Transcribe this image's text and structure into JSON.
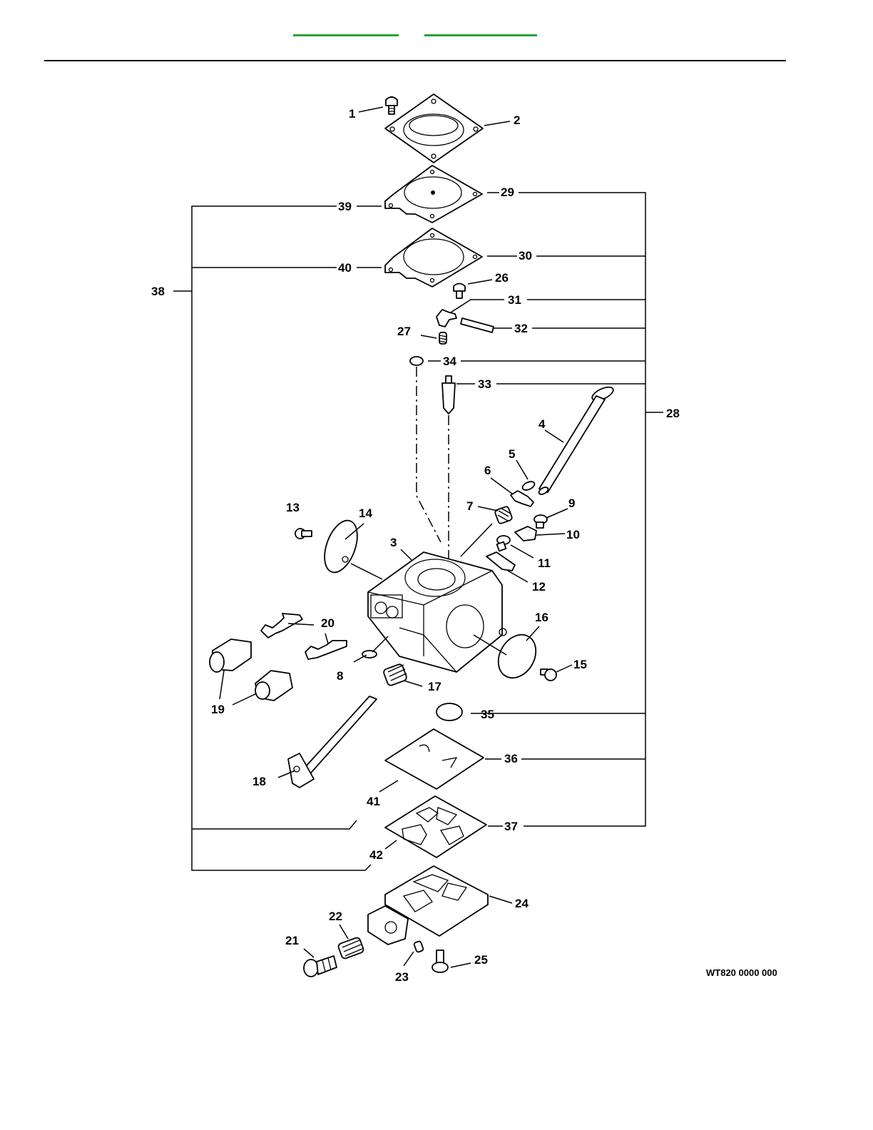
{
  "nav": {
    "link_1": "",
    "link_2": ""
  },
  "diagram": {
    "reference_code": "WT820 0000 000",
    "callouts": [
      "1",
      "2",
      "3",
      "4",
      "5",
      "6",
      "7",
      "8",
      "9",
      "10",
      "11",
      "12",
      "13",
      "14",
      "15",
      "16",
      "17",
      "18",
      "19",
      "20",
      "21",
      "22",
      "23",
      "24",
      "25",
      "26",
      "27",
      "28",
      "29",
      "30",
      "31",
      "32",
      "33",
      "34",
      "35",
      "36",
      "37",
      "38",
      "39",
      "40",
      "41",
      "42"
    ]
  }
}
